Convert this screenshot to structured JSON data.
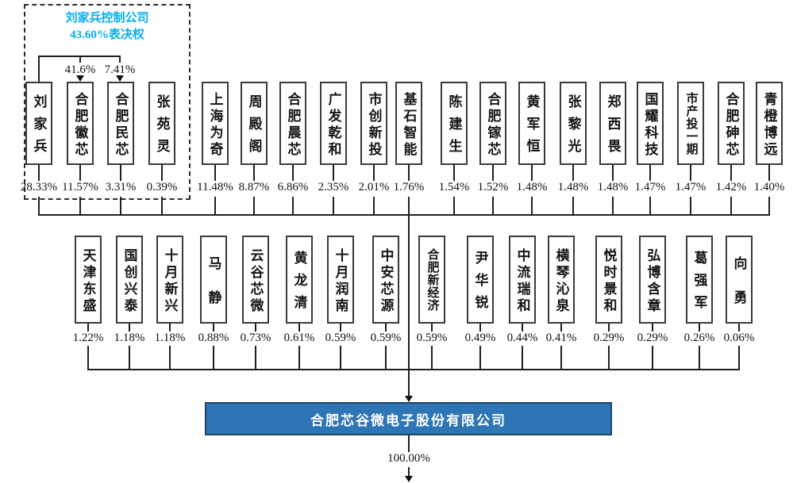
{
  "diagram": {
    "control_group": {
      "title_line1": "刘家兵控制公司",
      "title_line2": "43.60%表决权",
      "title_color": "#00AEEF",
      "links": [
        {
          "from": "刘家兵",
          "to": "合肥徽芯",
          "label": "41.6%"
        },
        {
          "from": "刘家兵",
          "to": "合肥民芯",
          "label": "7.41%"
        }
      ]
    },
    "row1": [
      {
        "name": "刘家兵",
        "pct": "28.33%"
      },
      {
        "name": "合肥徽芯",
        "pct": "11.57%"
      },
      {
        "name": "合肥民芯",
        "pct": "3.31%"
      },
      {
        "name": "张苑灵",
        "pct": "0.39%"
      },
      {
        "name": "上海为奇",
        "pct": "11.48%"
      },
      {
        "name": "周殿阁",
        "pct": "8.87%"
      },
      {
        "name": "合肥晨芯",
        "pct": "6.86%"
      },
      {
        "name": "广发乾和",
        "pct": "2.35%"
      },
      {
        "name": "市创新投",
        "pct": "2.01%"
      },
      {
        "name": "基石智能",
        "pct": "1.76%"
      },
      {
        "name": "陈建生",
        "pct": "1.54%"
      },
      {
        "name": "合肥镓芯",
        "pct": "1.52%"
      },
      {
        "name": "黄军恒",
        "pct": "1.48%"
      },
      {
        "name": "张黎光",
        "pct": "1.48%"
      },
      {
        "name": "郑西畏",
        "pct": "1.48%"
      },
      {
        "name": "国耀科技",
        "pct": "1.47%"
      },
      {
        "name": "市产投一期",
        "pct": "1.47%"
      },
      {
        "name": "合肥砷芯",
        "pct": "1.42%"
      },
      {
        "name": "青橙博远",
        "pct": "1.40%"
      }
    ],
    "row2": [
      {
        "name": "天津东盛",
        "pct": "1.22%"
      },
      {
        "name": "国创兴泰",
        "pct": "1.18%"
      },
      {
        "name": "十月新兴",
        "pct": "1.18%"
      },
      {
        "name": "马静",
        "pct": "0.88%"
      },
      {
        "name": "云谷芯微",
        "pct": "0.73%"
      },
      {
        "name": "黄龙清",
        "pct": "0.61%"
      },
      {
        "name": "十月润南",
        "pct": "0.59%"
      },
      {
        "name": "中安芯源",
        "pct": "0.59%"
      },
      {
        "name": "合肥新经济",
        "pct": "0.59%"
      },
      {
        "name": "尹华锐",
        "pct": "0.49%"
      },
      {
        "name": "中流瑞和",
        "pct": "0.44%"
      },
      {
        "name": "横琴沁泉",
        "pct": "0.41%"
      },
      {
        "name": "悦时景和",
        "pct": "0.29%"
      },
      {
        "name": "弘博含章",
        "pct": "0.29%"
      },
      {
        "name": "葛强军",
        "pct": "0.26%"
      },
      {
        "name": "向勇",
        "pct": "0.06%"
      }
    ],
    "company": {
      "name": "合肥芯谷微电子股份有限公司",
      "ownership_pct": "100.00%",
      "fill_color": "#2E75B6",
      "border_color": "#1c4667"
    }
  }
}
